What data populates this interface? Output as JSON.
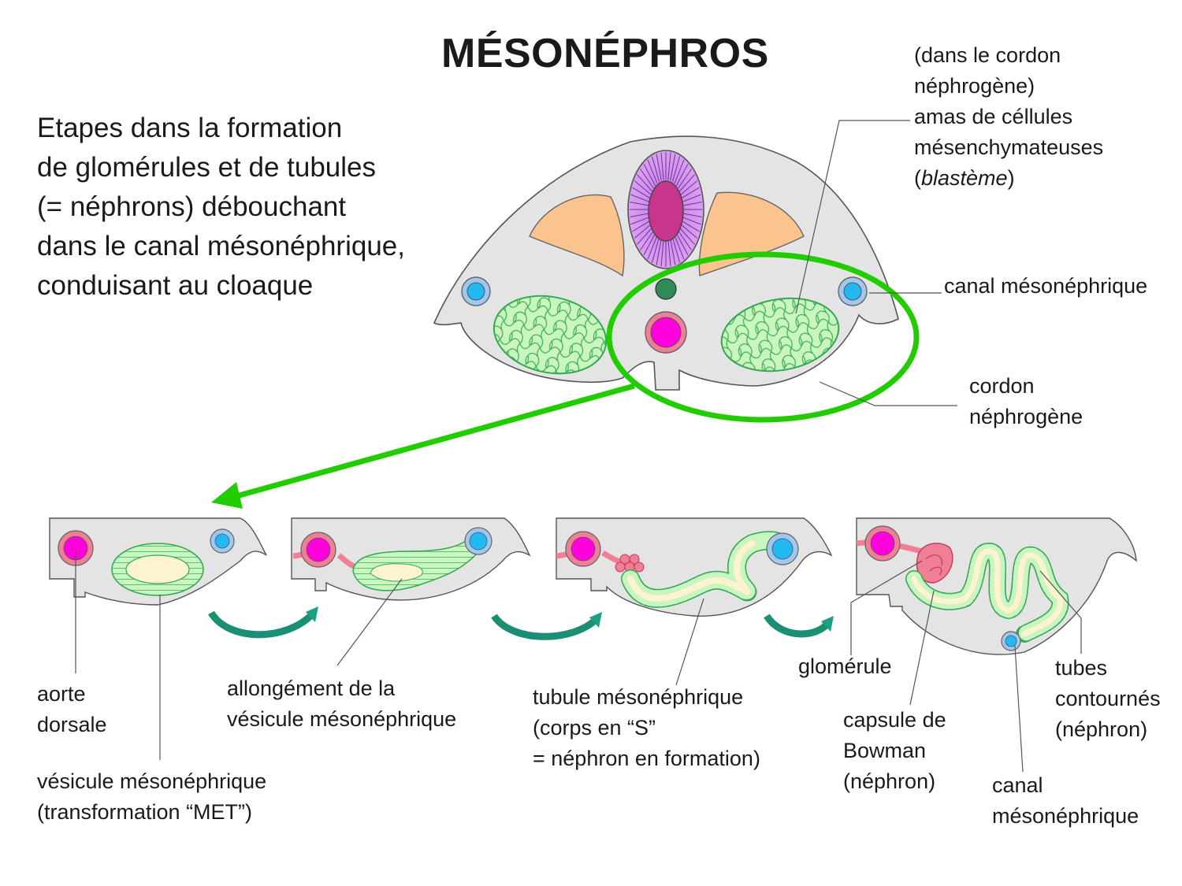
{
  "title": "MÉSONÉPHROS",
  "intro": {
    "lines": [
      "Etapes dans la formation",
      "de glomérules et de tubules",
      "(= néphrons) débouchant",
      "dans le canal mésonéphrique,",
      "conduisant au cloaque"
    ]
  },
  "labels": {
    "blastema": {
      "line1": "(dans le cordon",
      "line2": "néphrogène)",
      "line3": "amas de céllules",
      "line4": "mésenchymateuses",
      "line5_open": "(",
      "line5_italic": "blastème",
      "line5_close": ")"
    },
    "canal_top": "canal mésonéphrique",
    "cordon": {
      "line1": "cordon",
      "line2": "néphrogène"
    },
    "aorte": {
      "line1": "aorte",
      "line2": "dorsale"
    },
    "vesicule": {
      "line1": "vésicule mésonéphrique",
      "line2": " (transformation “MET”)"
    },
    "allongement": {
      "line1": "allongément de la",
      "line2": "vésicule mésonéphrique"
    },
    "tubule": {
      "line1": "tubule mésonéphrique",
      "line2": "(corps en “S”",
      "line3": "= néphron en formation)"
    },
    "glomerule": "glomérule",
    "capsule": {
      "line1": "capsule de",
      "line2": "Bowman",
      "line3": "(néphron)"
    },
    "tubes": {
      "line1": "tubes",
      "line2": "contournés",
      "line3": "(néphron)"
    },
    "canal_bottom": {
      "line1": "canal",
      "line2": "mésonéphrique"
    }
  },
  "colors": {
    "tissue": "#e4e4e4",
    "outline": "#555555",
    "somite": "#fbc38e",
    "neural_tube": "#d591f0",
    "neural_core": "#c8358f",
    "notochord": "#2e8b57",
    "aorta": "#ff00dd",
    "aorta_ring": "#f07f96",
    "duct": "#22b8f2",
    "duct_ring": "#9fc7ef",
    "nephrogenic": "#c9f5c1",
    "nephrogenic_edge": "#34a853",
    "lumen": "#fdf3d0",
    "highlight": "#22cc00",
    "step_arrow": "#1aa082"
  }
}
